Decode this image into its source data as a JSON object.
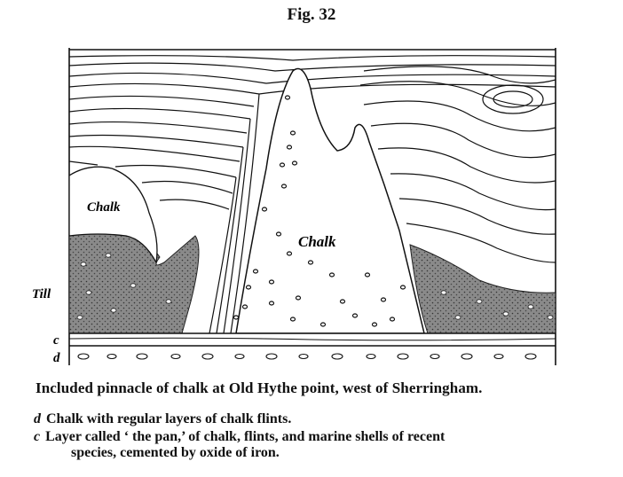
{
  "figure": {
    "title": "Fig. 32",
    "labels": {
      "chalk_left": "Chalk",
      "chalk_center": "Chalk",
      "till": "Till",
      "c": "c",
      "d": "d"
    },
    "caption": "Included pinnacle of chalk at Old Hythe point, west of Sherringham."
  },
  "legend": {
    "d": {
      "key": "d",
      "text": "Chalk with regular layers of chalk flints."
    },
    "c": {
      "key": "c",
      "text": "Layer called ‘ the pan,’ of chalk, flints, and marine shells of recent",
      "text_cont": "species, cemented by oxide of iron."
    }
  }
}
